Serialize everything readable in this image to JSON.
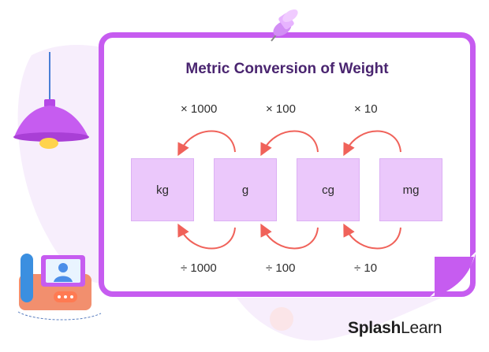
{
  "title": "Metric Conversion of Weight",
  "units": [
    "kg",
    "g",
    "cg",
    "mg"
  ],
  "multiply_labels": [
    "× 1000",
    "× 100",
    "× 10"
  ],
  "divide_labels": [
    "÷ 1000",
    "÷ 100",
    "÷ 10"
  ],
  "brand": {
    "bold": "Splash",
    "light": "Learn"
  },
  "colors": {
    "border": "#c65cf0",
    "box": "#ebc8fb",
    "arrow": "#f0625a",
    "title": "#4a2570"
  },
  "icons": [
    "lamp-icon",
    "telephone-icon",
    "push-pin-icon"
  ]
}
